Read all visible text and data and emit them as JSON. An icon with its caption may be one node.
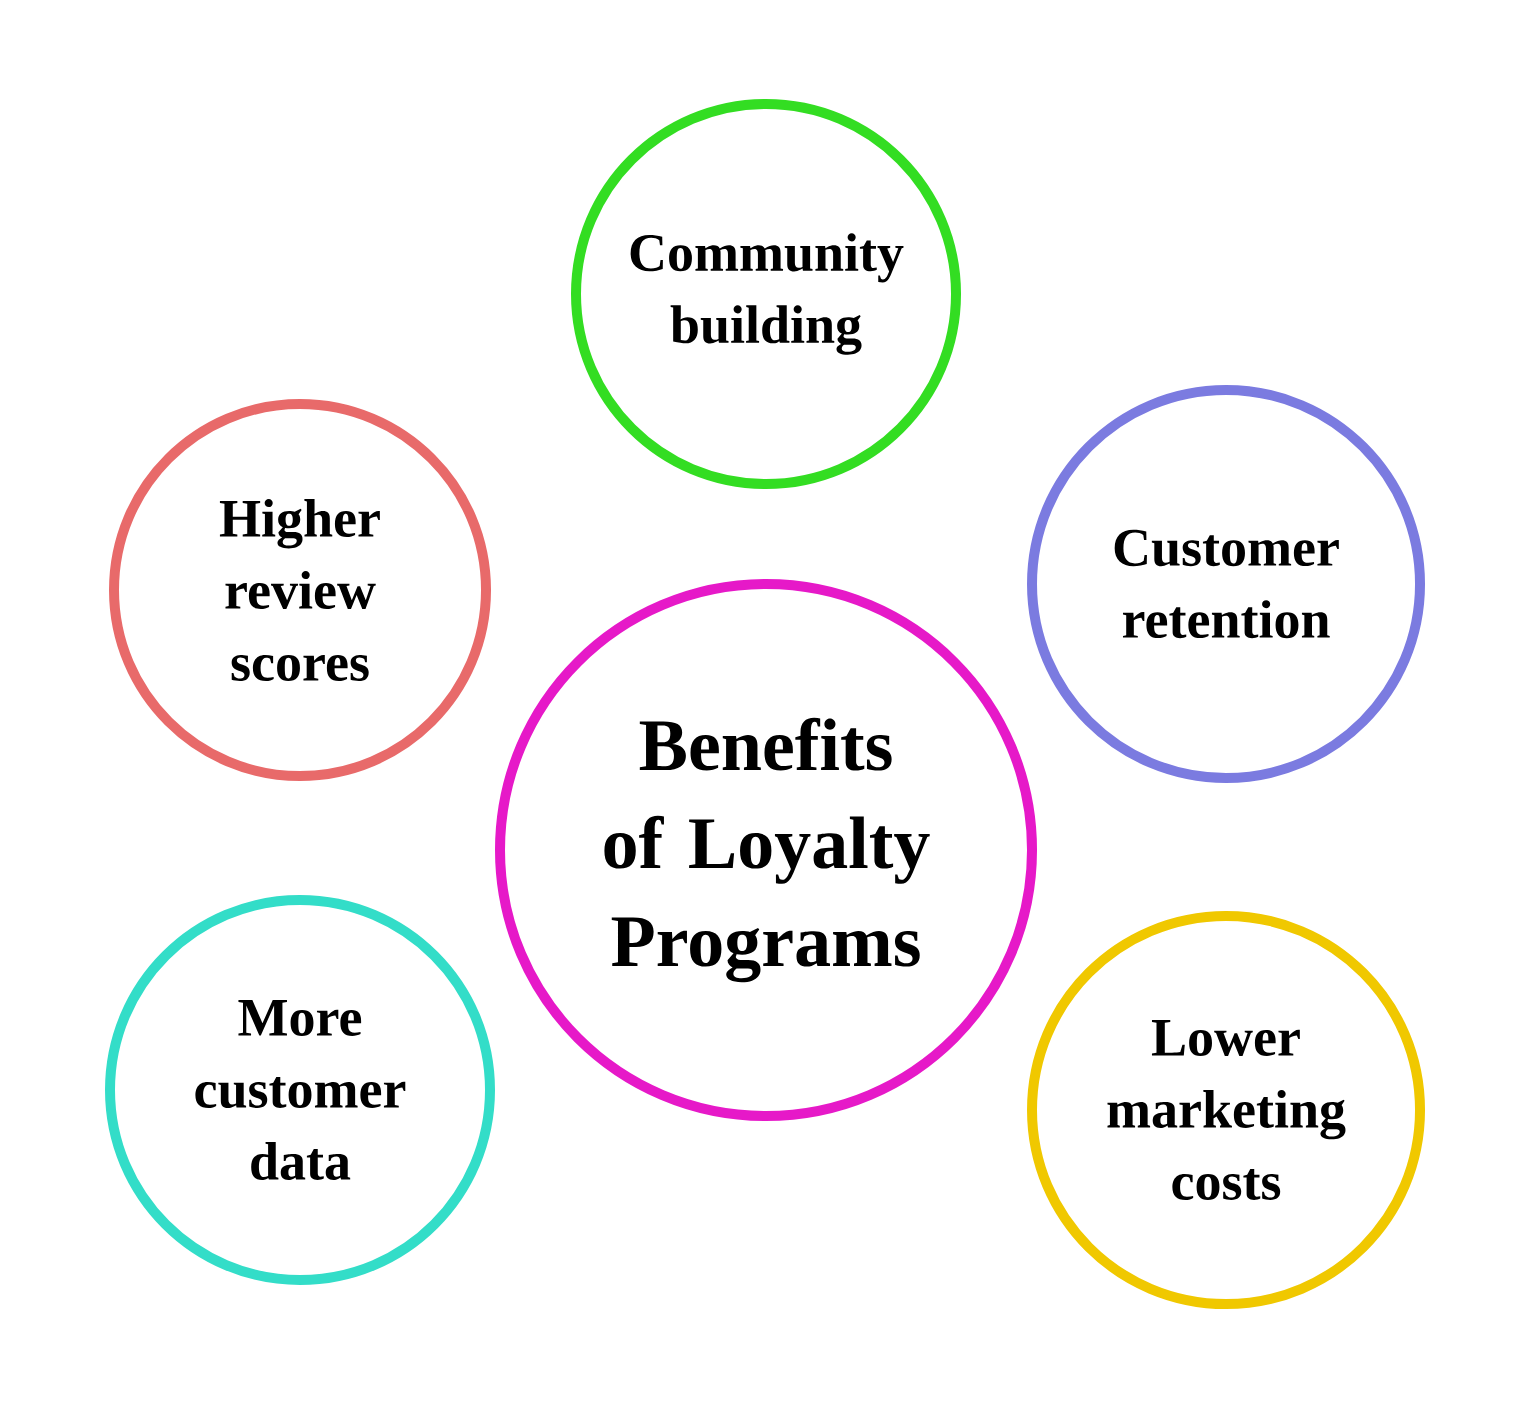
{
  "diagram": {
    "nodes": [
      {
        "text": [
          "Community building"
        ]
      },
      {
        "text": [
          "Higher review scores"
        ]
      },
      {
        "text": [
          "Customer retention"
        ]
      },
      {
        "text": [
          "Benefits of Loyalty Programs"
        ]
      },
      {
        "text": [
          "More customer data"
        ]
      },
      {
        "text": [
          "Lower marketing costs"
        ]
      }
    ]
  }
}
